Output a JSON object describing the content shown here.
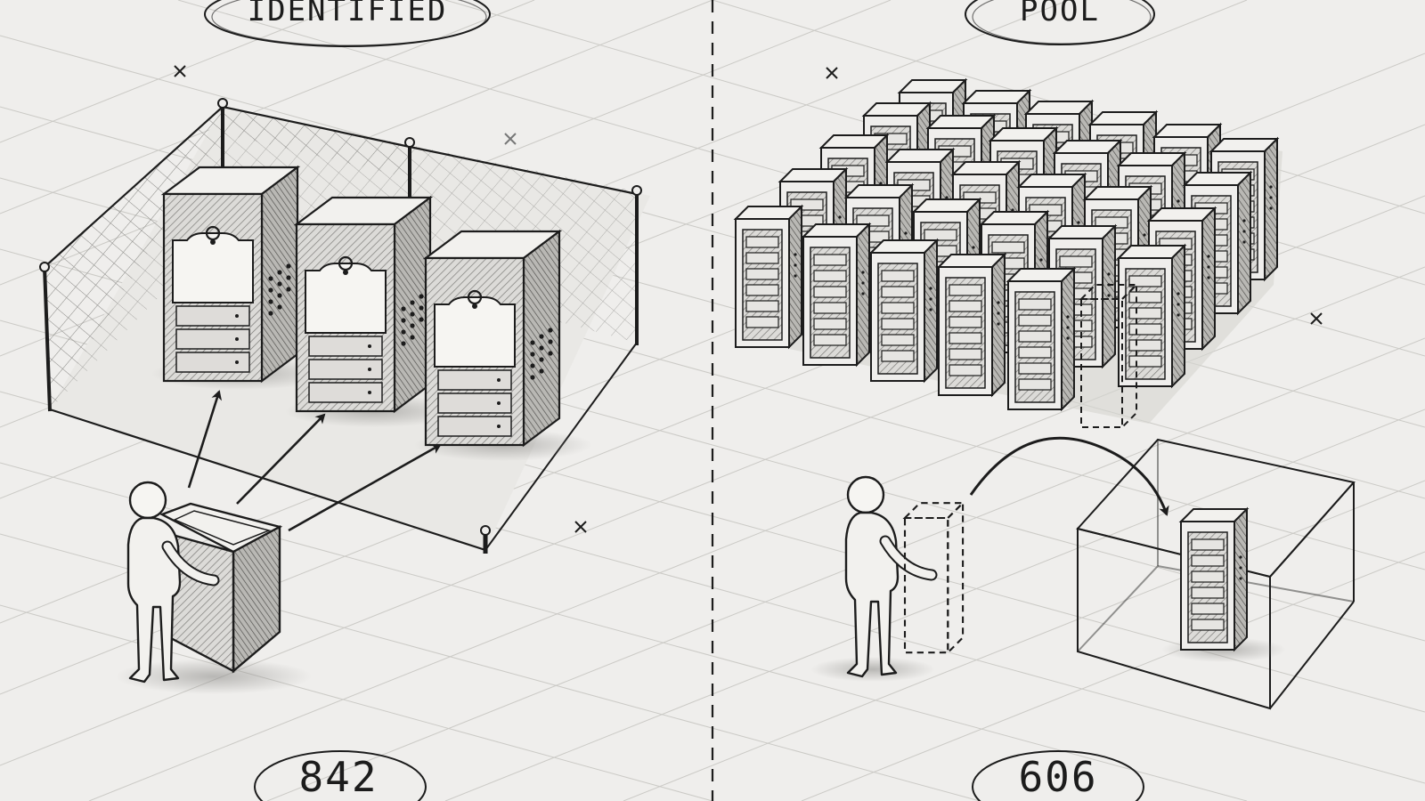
{
  "panels": {
    "left": {
      "title": "IDENTIFIED",
      "count": "842"
    },
    "right": {
      "title": "POOL",
      "count": "606"
    }
  },
  "colors": {
    "background": "#efeeec",
    "ink": "#1c1c1c",
    "grid": "#c9c8c4",
    "shade": "#bdbcb8"
  },
  "icons": [
    "person-icon",
    "server-rack-icon",
    "terminal-desk-icon",
    "fence-icon",
    "tag-icon",
    "ghost-server-icon",
    "arrow-icon"
  ]
}
